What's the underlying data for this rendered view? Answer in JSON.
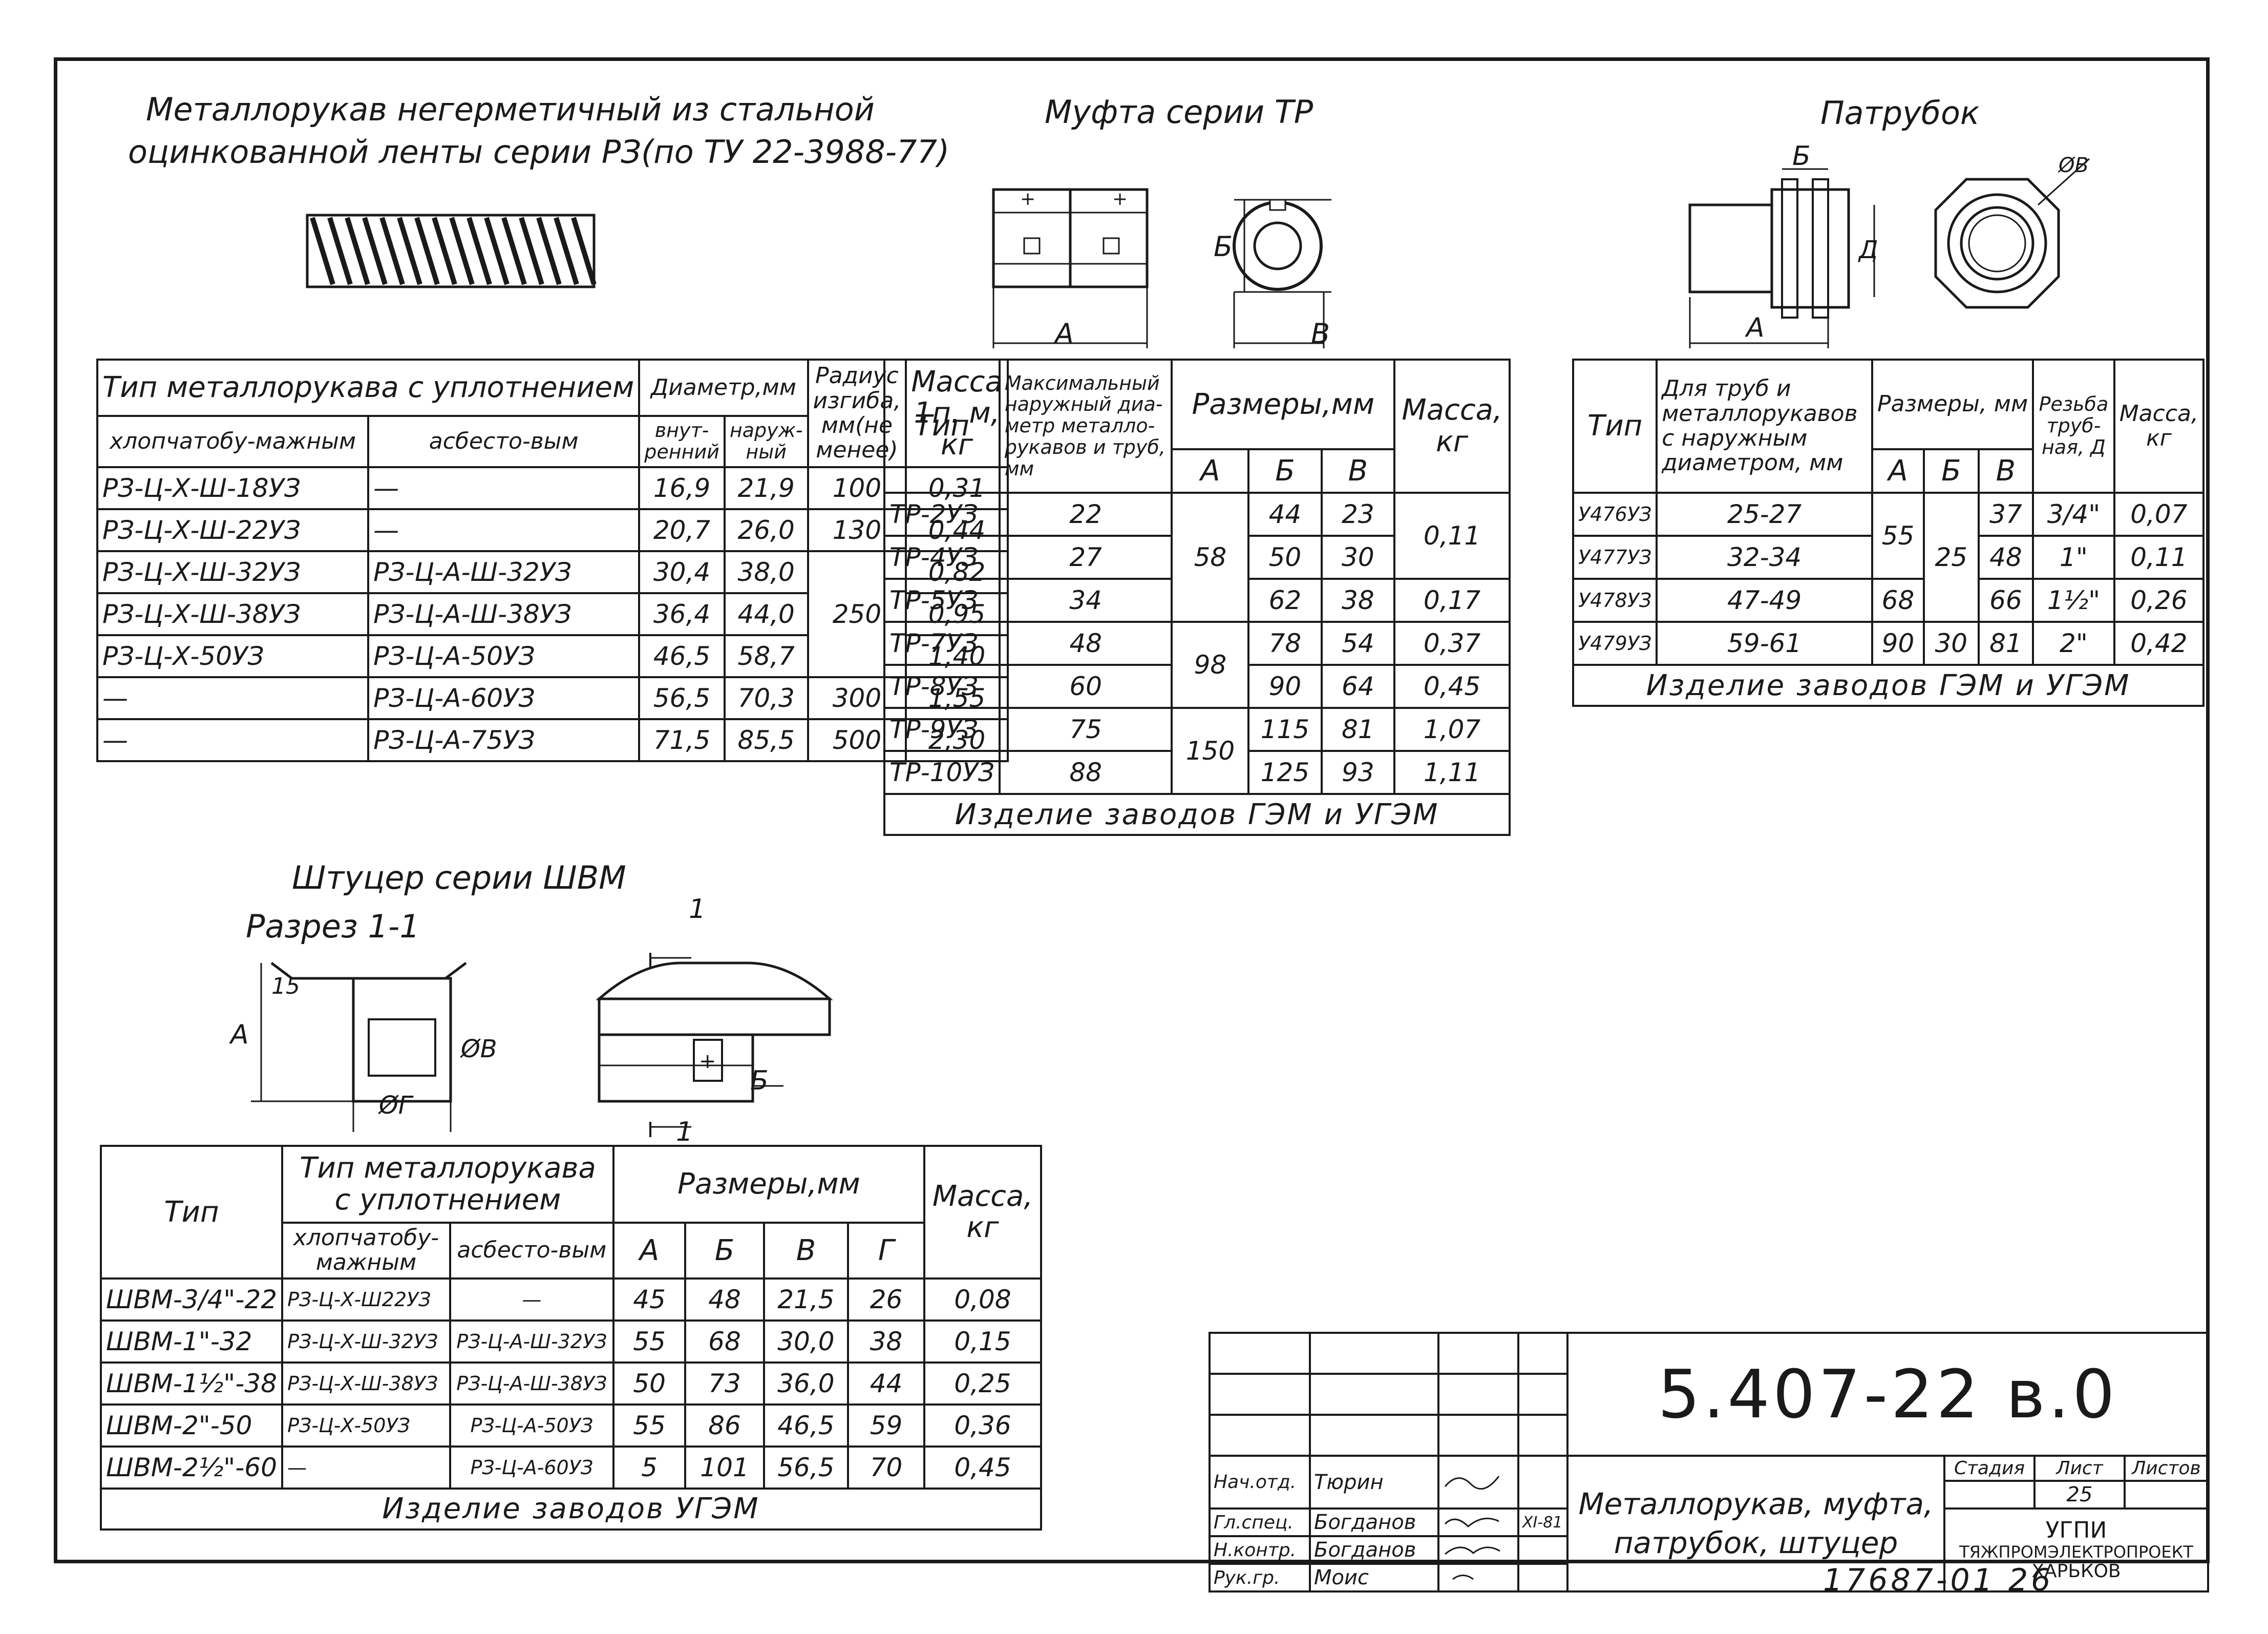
{
  "hose": {
    "title_line1": "Металлорукав негерметичный из стальной",
    "title_line2": "оцинкованной ленты серии РЗ(по ТУ 22-3988-77)",
    "table": {
      "h_type": "Тип металлорукава с уплотнением",
      "h_cotton": "хлопчатобу-мажным",
      "h_asbestos": "асбесто-вым",
      "h_diam": "Диаметр,мм",
      "h_inner": "внут-ренний",
      "h_outer": "наруж-ный",
      "h_radius": "Радиус изгиба, мм(не менее)",
      "h_mass": "Масса 1п. м, кг",
      "rows": [
        {
          "c1": "РЗ-Ц-Х-Ш-18УЗ",
          "c2": "—",
          "c3": "16,9",
          "c4": "21,9",
          "c6": "0,31"
        },
        {
          "c1": "РЗ-Ц-Х-Ш-22УЗ",
          "c2": "—",
          "c3": "20,7",
          "c4": "26,0",
          "c6": "0,44"
        },
        {
          "c1": "РЗ-Ц-Х-Ш-32УЗ",
          "c2": "РЗ-Ц-А-Ш-32УЗ",
          "c3": "30,4",
          "c4": "38,0",
          "c6": "0,82"
        },
        {
          "c1": "РЗ-Ц-Х-Ш-38УЗ",
          "c2": "РЗ-Ц-А-Ш-38УЗ",
          "c3": "36,4",
          "c4": "44,0",
          "c6": "0,95"
        },
        {
          "c1": "РЗ-Ц-Х-50УЗ",
          "c2": "РЗ-Ц-А-50УЗ",
          "c3": "46,5",
          "c4": "58,7",
          "c6": "1,40"
        },
        {
          "c1": "—",
          "c2": "РЗ-Ц-А-60УЗ",
          "c3": "56,5",
          "c4": "70,3",
          "c6": "1,55"
        },
        {
          "c1": "—",
          "c2": "РЗ-Ц-А-75УЗ",
          "c3": "71,5",
          "c4": "85,5",
          "c6": "2,30"
        }
      ],
      "radius": [
        "100",
        "130",
        "250",
        "300",
        "500"
      ]
    }
  },
  "coupling": {
    "title": "Муфта серии ТР",
    "dim_a": "А",
    "dim_b": "Б",
    "dim_v": "В",
    "table": {
      "h_type": "Тип",
      "h_max": "Максимальный наружный диа-метр металло-рукавов и труб, мм",
      "h_sizes": "Размеры,мм",
      "h_a": "А",
      "h_b": "Б",
      "h_v": "В",
      "h_mass": "Масса, кг",
      "rows": [
        {
          "t": "ТР-2УЗ",
          "d": "22",
          "b": "44",
          "v": "23"
        },
        {
          "t": "ТР-4УЗ",
          "d": "27",
          "b": "50",
          "v": "30"
        },
        {
          "t": "ТР-5УЗ",
          "d": "34",
          "b": "62",
          "v": "38",
          "m": "0,17"
        },
        {
          "t": "ТР-7УЗ",
          "d": "48",
          "b": "78",
          "v": "54",
          "m": "0,37"
        },
        {
          "t": "ТР-8УЗ",
          "d": "60",
          "b": "90",
          "v": "64",
          "m": "0,45"
        },
        {
          "t": "ТР-9УЗ",
          "d": "75",
          "b": "115",
          "v": "81",
          "m": "1,07"
        },
        {
          "t": "ТР-10УЗ",
          "d": "88",
          "b": "125",
          "v": "93",
          "m": "1,11"
        }
      ],
      "a_58": "58",
      "a_98": "98",
      "a_150": "150",
      "m_top": "0,11",
      "caption": "Изделие заводов ГЭМ и УГЭМ"
    }
  },
  "nozzle": {
    "title": "Патрубок",
    "dim_a": "А",
    "dim_b": "Б",
    "dim_d": "Д",
    "dim_phiv": "ØВ",
    "table": {
      "h_type": "Тип",
      "h_for": "Для труб и металлорукавов с наружным диаметром, мм",
      "h_sizes": "Размеры, мм",
      "h_a": "А",
      "h_b": "Б",
      "h_v": "В",
      "h_thread": "Резьба труб-ная, Д",
      "h_mass": "Масса, кг",
      "rows": [
        {
          "t": "У476УЗ",
          "d": "25-27",
          "v": "37",
          "th": "3/4\"",
          "m": "0,07"
        },
        {
          "t": "У477УЗ",
          "d": "32-34",
          "v": "48",
          "th": "1\"",
          "m": "0,11"
        },
        {
          "t": "У478УЗ",
          "d": "47-49",
          "a": "68",
          "v": "66",
          "th": "1½\"",
          "m": "0,26"
        },
        {
          "t": "У479УЗ",
          "d": "59-61",
          "a": "90",
          "b": "30",
          "v": "81",
          "th": "2\"",
          "m": "0,42"
        }
      ],
      "a_55": "55",
      "b_25": "25",
      "caption": "Изделие заводов ГЭМ и УГЭМ"
    }
  },
  "fitting": {
    "title": "Штуцер серии ШВМ",
    "section": "Разрез 1-1",
    "dim_15": "15",
    "dim_a": "А",
    "dim_phiv": "ØВ",
    "dim_phig": "ØГ",
    "dim_b": "Б",
    "dim_1": "1",
    "table": {
      "h_type": "Тип",
      "h_hose": "Тип металлорукава с уплотнением",
      "h_cotton": "хлопчатобу-мажным",
      "h_asbestos": "асбесто-вым",
      "h_sizes": "Размеры,мм",
      "h_a": "А",
      "h_b": "Б",
      "h_v": "В",
      "h_g": "Г",
      "h_mass": "Масса, кг",
      "rows": [
        {
          "t": "ШВМ-3/4\"-22",
          "c": "РЗ-Ц-Х-Ш22УЗ",
          "s": "—",
          "a": "45",
          "b": "48",
          "v": "21,5",
          "g": "26",
          "m": "0,08"
        },
        {
          "t": "ШВМ-1\"-32",
          "c": "РЗ-Ц-Х-Ш-32УЗ",
          "s": "РЗ-Ц-А-Ш-32УЗ",
          "a": "55",
          "b": "68",
          "v": "30,0",
          "g": "38",
          "m": "0,15"
        },
        {
          "t": "ШВМ-1½\"-38",
          "c": "РЗ-Ц-Х-Ш-38УЗ",
          "s": "РЗ-Ц-А-Ш-38УЗ",
          "a": "50",
          "b": "73",
          "v": "36,0",
          "g": "44",
          "m": "0,25"
        },
        {
          "t": "ШВМ-2\"-50",
          "c": "РЗ-Ц-Х-50УЗ",
          "s": "РЗ-Ц-А-50УЗ",
          "a": "55",
          "b": "86",
          "v": "46,5",
          "g": "59",
          "m": "0,36"
        },
        {
          "t": "ШВМ-2½\"-60",
          "c": "—",
          "s": "РЗ-Ц-А-60УЗ",
          "a": "5",
          "b": "101",
          "v": "56,5",
          "g": "70",
          "m": "0,45"
        }
      ],
      "caption": "Изделие заводов УГЭМ"
    }
  },
  "titleblock": {
    "code": "5.407-22 в.0",
    "name": "Металлорукав, муфта, патрубок, штуцер",
    "h_stage": "Стадия",
    "h_sheet": "Лист",
    "h_sheets": "Листов",
    "sheet": "25",
    "org1": "УГПИ",
    "org2": "ТЯЖПРОМЭЛЕКТРОПРОЕКТ",
    "org3": "ХАРЬКОВ",
    "roles": [
      "Нач.отд.",
      "Гл.спец.",
      "Н.контр.",
      "Рук.гр."
    ],
    "names": [
      "Тюрин",
      "Богданов",
      "Богданов",
      "Моис"
    ],
    "date": "XI-81",
    "bottom_number": "17687-01  26"
  }
}
